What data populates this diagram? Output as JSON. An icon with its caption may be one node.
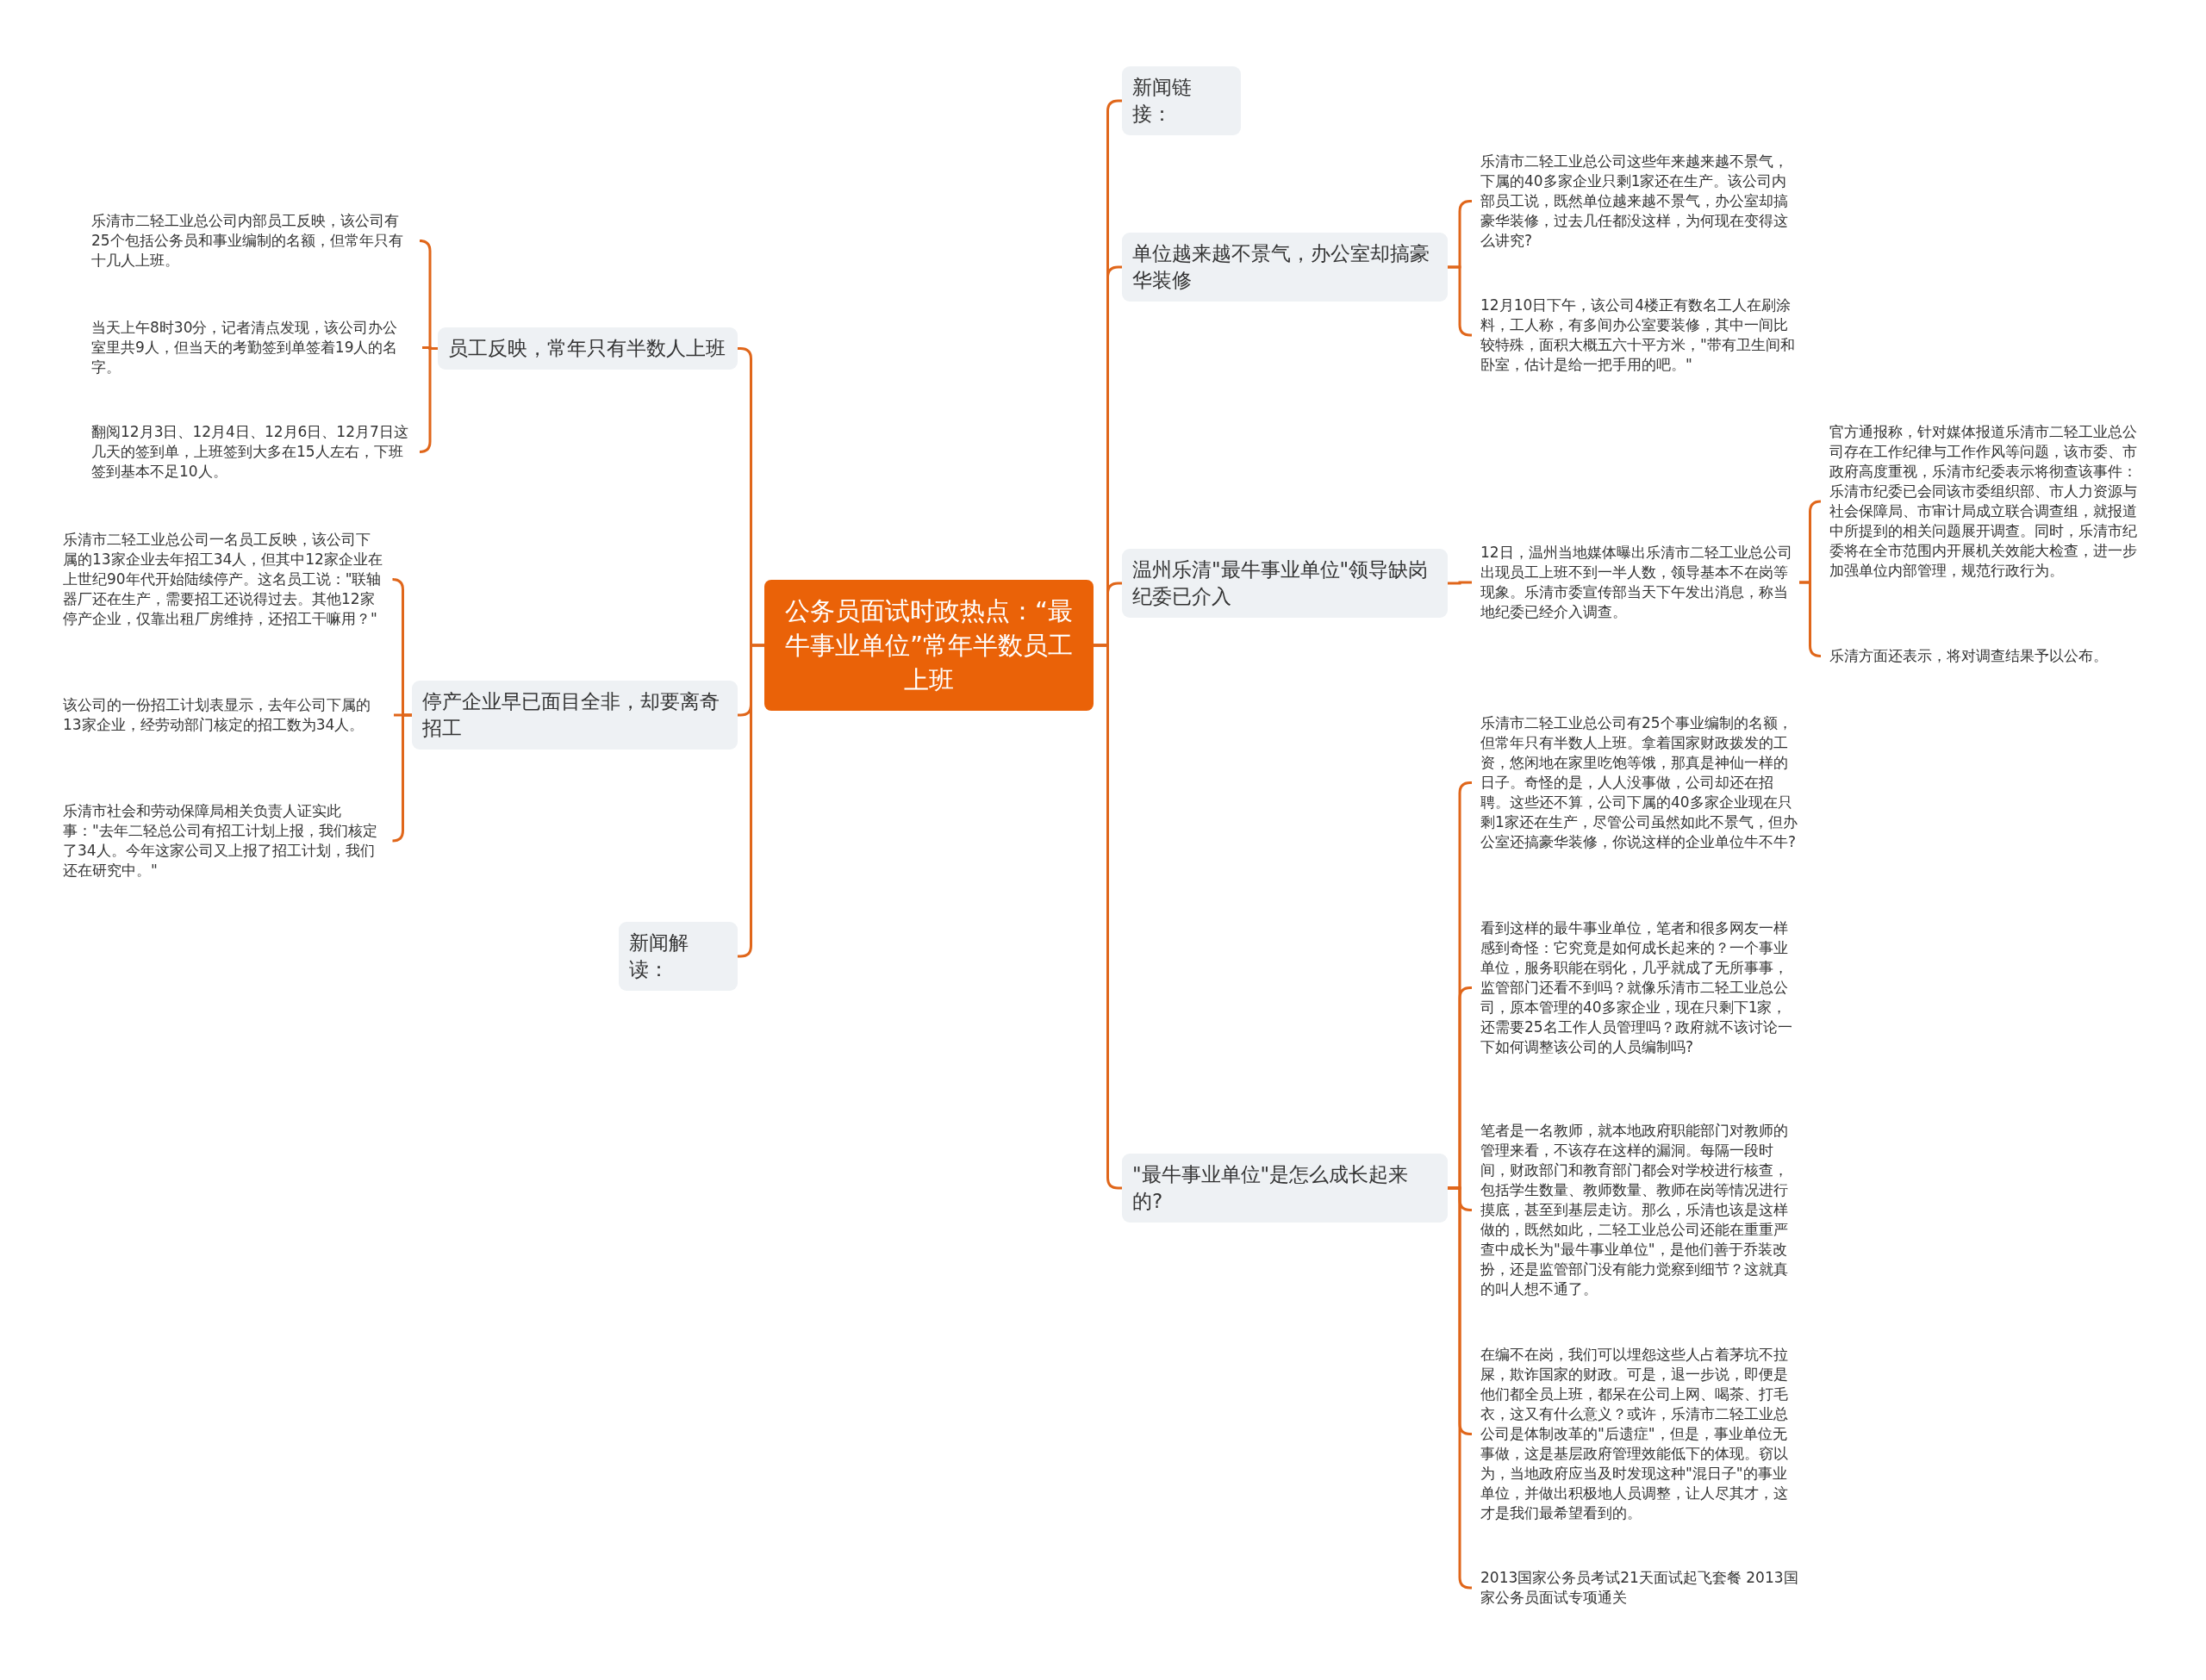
{
  "diagram": {
    "nodes": [
      {
        "text": [
          "公务员面试时政热点：“最牛事业单位”常年半数员工上班"
        ]
      },
      {
        "text": [
          "员工反映，常年只有半数人上班"
        ]
      },
      {
        "text": [
          "乐清市二轻工业总公司内部员工反映，该公司有25个包括公务员和事业编制的名额，但常年只有十几人上班。"
        ]
      },
      {
        "text": [
          "当天上午8时30分，记者清点发现，该公司办公室里共9人，但当天的考勤签到单签着19人的名字。"
        ]
      },
      {
        "text": [
          "翻阅12月3日、12月4日、12月6日、12月7日这几天的签到单，上班签到大多在15人左右，下班签到基本不足10人。"
        ]
      },
      {
        "text": [
          "停产企业早已面目全非，却要离奇招工"
        ]
      },
      {
        "text": [
          "乐清市二轻工业总公司一名员工反映，该公司下属的13家企业去年招工34人，但其中12家企业在上世纪90年代开始陆续停产。这名员工说：\"联轴器厂还在生产，需要招工还说得过去。其他12家停产企业，仅靠出租厂房维持，还招工干嘛用？\""
        ]
      },
      {
        "text": [
          "该公司的一份招工计划表显示，去年公司下属的13家企业，经劳动部门核定的招工数为34人。"
        ]
      },
      {
        "text": [
          "乐清市社会和劳动保障局相关负责人证实此事：\"去年二轻总公司有招工计划上报，我们核定了34人。今年这家公司又上报了招工计划，我们还在研究中。\""
        ]
      },
      {
        "text": [
          "新闻解读："
        ]
      },
      {
        "text": [
          "新闻链接："
        ]
      },
      {
        "text": [
          "单位越来越不景气，办公室却搞豪华装修"
        ]
      },
      {
        "text": [
          "乐清市二轻工业总公司这些年来越来越不景气，下属的40多家企业只剩1家还在生产。该公司内部员工说，既然单位越来越不景气，办公室却搞豪华装修，过去几任都没这样，为何现在变得这么讲究?"
        ]
      },
      {
        "text": [
          "12月10日下午，该公司4楼正有数名工人在刷涂料，工人称，有多间办公室要装修，其中一间比较特殊，面积大概五六十平方米，\"带有卫生间和卧室，估计是给一把手用的吧。\""
        ]
      },
      {
        "text": [
          "温州乐清\"最牛事业单位\"领导缺岗纪委已介入"
        ]
      },
      {
        "text": [
          "12日，温州当地媒体曝出乐清市二轻工业总公司出现员工上班不到一半人数，领导基本不在岗等现象。乐清市委宣传部当天下午发出消息，称当地纪委已经介入调查。"
        ]
      },
      {
        "text": [
          "官方通报称，针对媒体报道乐清市二轻工业总公司存在工作纪律与工作作风等问题，该市委、市政府高度重视，乐清市纪委表示将彻查该事件：乐清市纪委已会同该市委组织部、市人力资源与社会保障局、市审计局成立联合调查组，就报道中所提到的相关问题展开调查。同时，乐清市纪委将在全市范围内开展机关效能大检查，进一步加强单位内部管理，规范行政行为。"
        ]
      },
      {
        "text": [
          "乐清方面还表示，将对调查结果予以公布。"
        ]
      },
      {
        "text": [
          "\"最牛事业单位\"是怎么成长起来的?"
        ]
      },
      {
        "text": [
          "乐清市二轻工业总公司有25个事业编制的名额，但常年只有半数人上班。拿着国家财政拨发的工资，悠闲地在家里吃饱等饿，那真是神仙一样的日子。奇怪的是，人人没事做，公司却还在招聘。这些还不算，公司下属的40多家企业现在只剩1家还在生产，尽管公司虽然如此不景气，但办公室还搞豪华装修，你说这样的企业单位牛不牛?"
        ]
      },
      {
        "text": [
          "看到这样的最牛事业单位，笔者和很多网友一样感到奇怪：它究竟是如何成长起来的？一个事业单位，服务职能在弱化，几乎就成了无所事事，监管部门还看不到吗？就像乐清市二轻工业总公司，原本管理的40多家企业，现在只剩下1家，还需要25名工作人员管理吗？政府就不该讨论一下如何调整该公司的人员编制吗?"
        ]
      },
      {
        "text": [
          "笔者是一名教师，就本地政府职能部门对教师的管理来看，不该存在这样的漏洞。每隔一段时间，财政部门和教育部门都会对学校进行核查，包括学生数量、教师数量、教师在岗等情况进行摸底，甚至到基层走访。那么，乐清也该是这样做的，既然如此，二轻工业总公司还能在重重严查中成长为\"最牛事业单位\"，是他们善于乔装改扮，还是监管部门没有能力觉察到细节？这就真的叫人想不通了。"
        ]
      },
      {
        "text": [
          "在编不在岗，我们可以埋怨这些人占着茅坑不拉屎，欺诈国家的财政。可是，退一步说，即便是他们都全员上班，都呆在公司上网、喝茶、打毛衣，这又有什么意义？或许，乐清市二轻工业总公司是体制改革的\"后遗症\"，但是，事业单位无事做，这是基层政府管理效能低下的体现。窃以为，当地政府应当及时发现这种\"混日子\"的事业单位，并做出积极地人员调整，让人尽其才，这才是我们最希望看到的。"
        ]
      },
      {
        "text": [
          "2013国家公务员考试21天面试起飞套餐 2013国家公务员面试专项通关"
        ]
      }
    ],
    "edges": [
      {
        "from": 0,
        "to": 1,
        "arrow": "none"
      },
      {
        "from": 1,
        "to": 2,
        "arrow": "none"
      },
      {
        "from": 1,
        "to": 3,
        "arrow": "none"
      },
      {
        "from": 1,
        "to": 4,
        "arrow": "none"
      },
      {
        "from": 0,
        "to": 5,
        "arrow": "none"
      },
      {
        "from": 5,
        "to": 6,
        "arrow": "none"
      },
      {
        "from": 5,
        "to": 7,
        "arrow": "none"
      },
      {
        "from": 5,
        "to": 8,
        "arrow": "none"
      },
      {
        "from": 0,
        "to": 9,
        "arrow": "none"
      },
      {
        "from": 0,
        "to": 10,
        "arrow": "none"
      },
      {
        "from": 0,
        "to": 11,
        "arrow": "none"
      },
      {
        "from": 11,
        "to": 12,
        "arrow": "none"
      },
      {
        "from": 11,
        "to": 13,
        "arrow": "none"
      },
      {
        "from": 0,
        "to": 14,
        "arrow": "none"
      },
      {
        "from": 14,
        "to": 15,
        "arrow": "none"
      },
      {
        "from": 15,
        "to": 16,
        "arrow": "none"
      },
      {
        "from": 15,
        "to": 17,
        "arrow": "none"
      },
      {
        "from": 0,
        "to": 18,
        "arrow": "none"
      },
      {
        "from": 18,
        "to": 19,
        "arrow": "none"
      },
      {
        "from": 18,
        "to": 20,
        "arrow": "none"
      },
      {
        "from": 18,
        "to": 21,
        "arrow": "none"
      },
      {
        "from": 18,
        "to": 22,
        "arrow": "none"
      },
      {
        "from": 18,
        "to": 23,
        "arrow": "none"
      }
    ]
  }
}
